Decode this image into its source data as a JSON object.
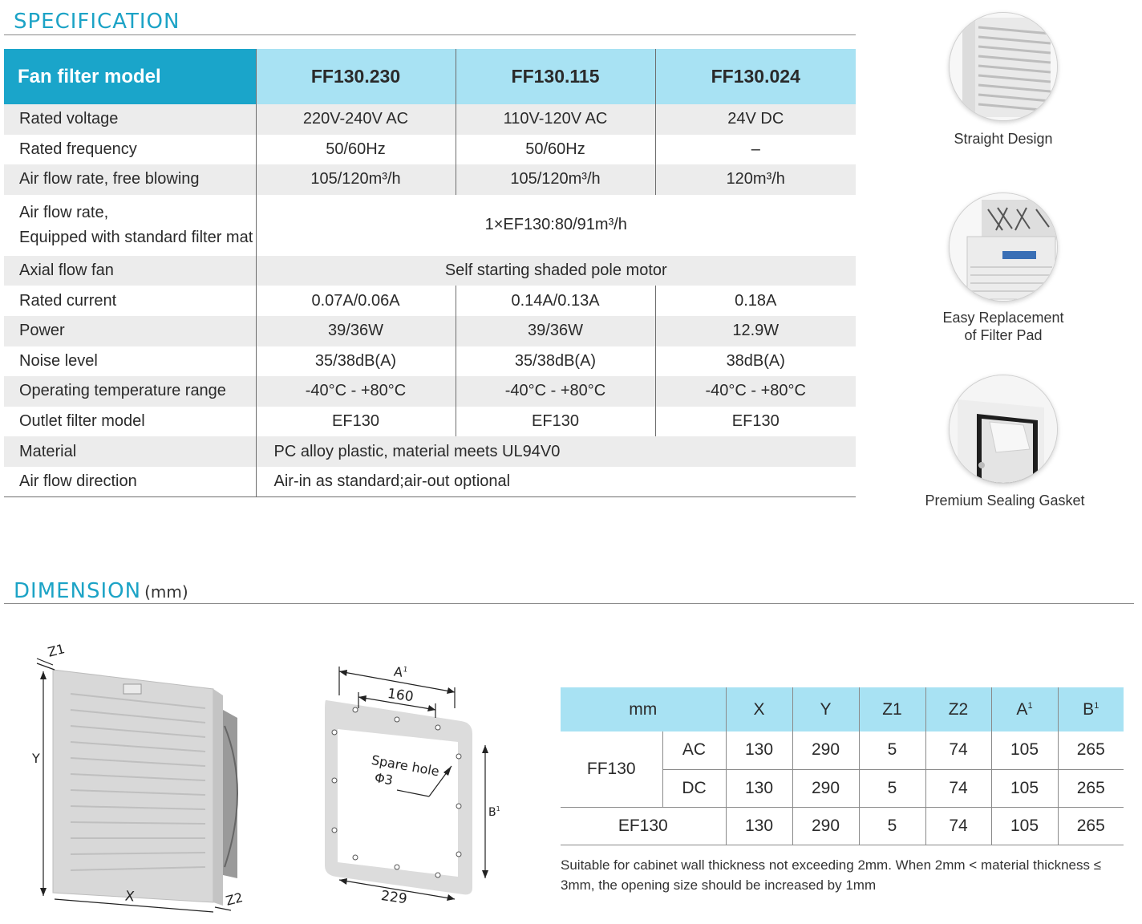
{
  "spec": {
    "title": "SPECIFICATION",
    "header": {
      "label": "Fan filter model",
      "models": [
        "FF130.230",
        "FF130.115",
        "FF130.024"
      ]
    },
    "rows": {
      "rated_voltage": {
        "label": "Rated voltage",
        "values": [
          "220V-240V AC",
          "110V-120V AC",
          "24V DC"
        ]
      },
      "rated_frequency": {
        "label": "Rated frequency",
        "values": [
          "50/60Hz",
          "50/60Hz",
          "–"
        ]
      },
      "airflow_free": {
        "label": "Air flow rate, free blowing",
        "values": [
          "105/120m³/h",
          "105/120m³/h",
          "120m³/h"
        ]
      },
      "airflow_filter": {
        "label_line1": "Air flow rate,",
        "label_line2": "Equipped with standard filter mat",
        "value": "1×EF130:80/91m³/h"
      },
      "axial_fan": {
        "label": "Axial flow fan",
        "value": "Self starting shaded pole motor"
      },
      "rated_current": {
        "label": "Rated current",
        "values": [
          "0.07A/0.06A",
          "0.14A/0.13A",
          "0.18A"
        ]
      },
      "power": {
        "label": "Power",
        "values": [
          "39/36W",
          "39/36W",
          "12.9W"
        ]
      },
      "noise": {
        "label": "Noise level",
        "values": [
          "35/38dB(A)",
          "35/38dB(A)",
          "38dB(A)"
        ]
      },
      "temperature": {
        "label": "Operating temperature range",
        "values": [
          "-40°C - +80°C",
          "-40°C - +80°C",
          "-40°C - +80°C"
        ]
      },
      "outlet_filter": {
        "label": "Outlet filter model",
        "values": [
          "EF130",
          "EF130",
          "EF130"
        ]
      },
      "material": {
        "label": "Material",
        "value": "PC alloy plastic, material meets UL94V0"
      },
      "direction": {
        "label": "Air flow direction",
        "value": "Air-in as standard;air-out optional"
      }
    }
  },
  "features": [
    {
      "caption": "Straight Design"
    },
    {
      "caption_line1": "Easy Replacement",
      "caption_line2": "of Filter Pad"
    },
    {
      "caption": "Premium Sealing Gasket"
    }
  ],
  "dimension": {
    "title": "DIMENSION",
    "unit": "(mm)",
    "drawing_fan": {
      "z1": "Z1",
      "y": "Y",
      "x": "X",
      "z2": "Z2"
    },
    "drawing_cutout": {
      "a1": "A",
      "a1_sup": "1",
      "d160": "160",
      "spare_line1": "Spare hole",
      "spare_line2": "Φ3",
      "b1": "B",
      "b1_sup": "1",
      "d229": "229"
    },
    "table": {
      "corner": "mm",
      "cols": [
        "X",
        "Y",
        "Z1",
        "Z2",
        "A",
        "B"
      ],
      "col_sup": "1",
      "ff130": "FF130",
      "ac": {
        "label": "AC",
        "values": [
          "130",
          "290",
          "5",
          "74",
          "105",
          "265"
        ]
      },
      "dc": {
        "label": "DC",
        "values": [
          "130",
          "290",
          "5",
          "74",
          "105",
          "265"
        ]
      },
      "ef130": {
        "label": "EF130",
        "values": [
          "130",
          "290",
          "5",
          "74",
          "105",
          "265"
        ]
      }
    },
    "note": "Suitable for cabinet wall thickness not exceeding 2mm. When 2mm < material thickness ≤ 3mm, the opening size should be increased by 1mm"
  },
  "colors": {
    "accent": "#1aa5ca",
    "header_fill": "#a8e2f3",
    "stripe": "#ececec"
  }
}
